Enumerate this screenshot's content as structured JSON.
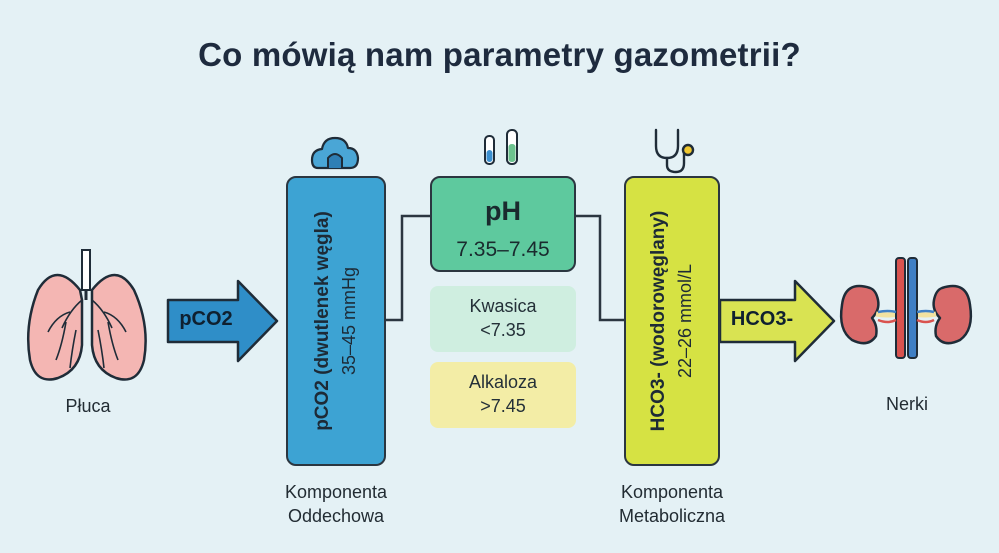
{
  "title": "Co mówią nam parametry gazometrii?",
  "lungs": {
    "label": "Płuca"
  },
  "kidneys": {
    "label": "Nerki"
  },
  "left_arrow": {
    "label": "pCO2"
  },
  "right_arrow": {
    "label": "HCO3-"
  },
  "pco2_box": {
    "title": "pCO2 (dwutlenek węgla)",
    "value": "35–45 mmHg",
    "component": [
      "Komponenta",
      "Oddechowa"
    ]
  },
  "ph_box": {
    "title": "pH",
    "value": "7.35–7.45"
  },
  "acidosis_box": {
    "line1": "Kwasica",
    "line2": "<7.35"
  },
  "alkalosis_box": {
    "line1": "Alkaloza",
    "line2": ">7.45"
  },
  "hco3_box": {
    "title": "HCO3- (wodorowęglany)",
    "value": "22–26 mmol/L",
    "component": [
      "Komponenta",
      "Metaboliczna"
    ]
  },
  "icons": [
    "cloud-icon",
    "test-tubes-icon",
    "stethoscope-icon",
    "lungs-icon",
    "kidneys-icon"
  ],
  "colors": {
    "background": "#e4f1f5",
    "pco2_box": "#3da3d3",
    "ph_box": "#5ec99e",
    "acidosis_box": "#cfeee0",
    "alkalosis_box": "#f3eda6",
    "hco3_box": "#d6e243",
    "left_arrow": "#2f8ec8",
    "right_arrow": "#d9e352",
    "lungs": "#f4b6b3",
    "kidneys": "#d96a6a"
  }
}
